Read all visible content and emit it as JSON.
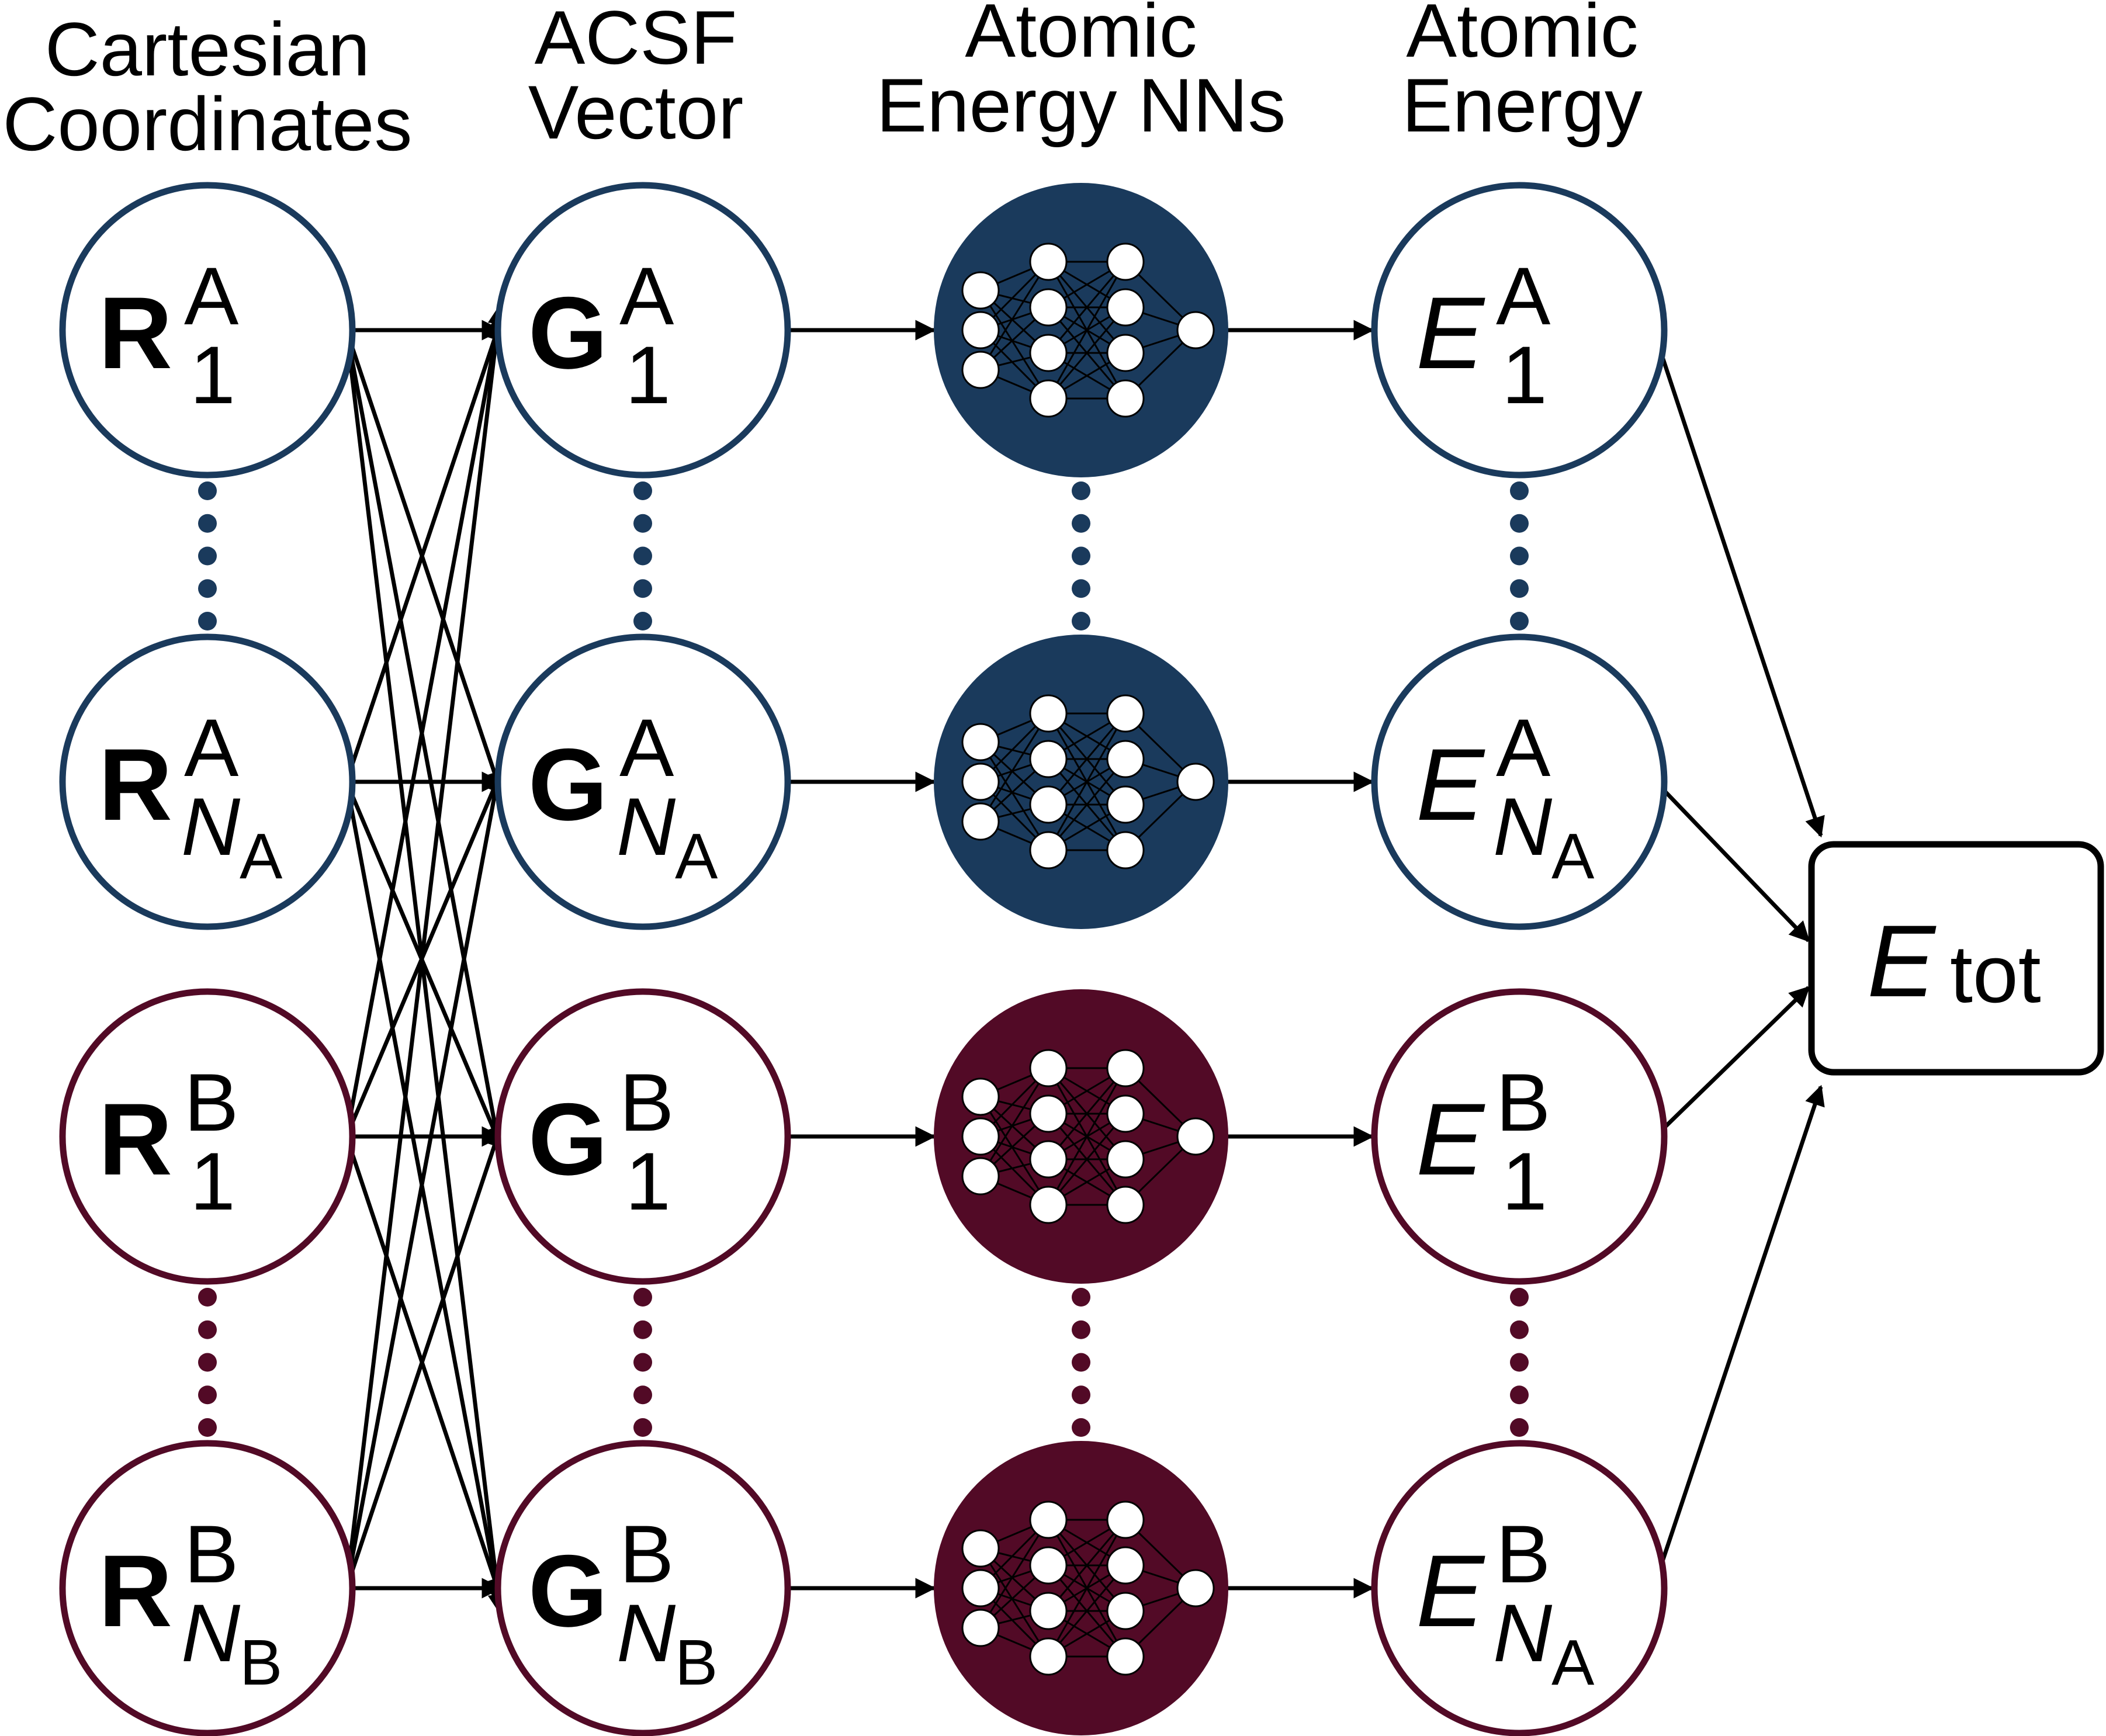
{
  "headers": {
    "cartesian_l1": "Cartesian",
    "cartesian_l2": "Coordinates",
    "acsf_l1": "ACSF",
    "acsf_l2": "Vector",
    "nn_l1": "Atomic",
    "nn_l2": "Energy NNs",
    "energy_l1": "Atomic",
    "energy_l2": "Energy"
  },
  "colors": {
    "species_A": "#1a3a5c",
    "species_B": "#520a26",
    "arrow": "#000000",
    "node": "#ffffff"
  },
  "rows": [
    {
      "species": "A",
      "index": "1"
    },
    {
      "species": "A",
      "index": "N",
      "index_sub": "A"
    },
    {
      "species": "B",
      "index": "1"
    },
    {
      "species": "B",
      "index": "N",
      "index_sub": "B"
    }
  ],
  "symbols": {
    "coord": "R",
    "acsf": "G",
    "energy": "E"
  },
  "energy_rows": [
    {
      "species": "A",
      "index": "1"
    },
    {
      "species": "A",
      "index": "N",
      "index_sub": "A"
    },
    {
      "species": "B",
      "index": "1"
    },
    {
      "species": "B",
      "index": "N",
      "index_sub": "A"
    }
  ],
  "total": {
    "symbol": "E",
    "sub": "tot"
  },
  "nn_icon": "neural-network-icon"
}
